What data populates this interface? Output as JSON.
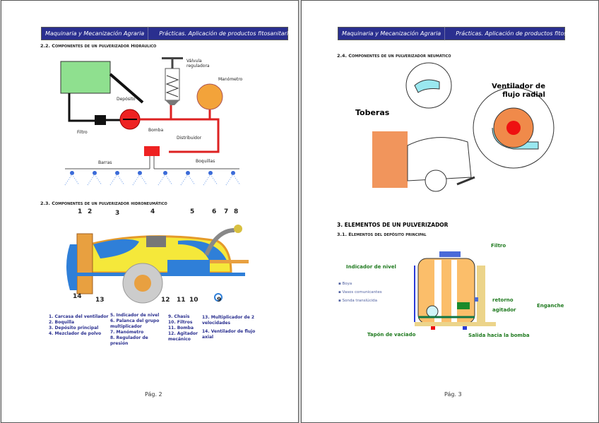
{
  "header": {
    "left": "Maquinaria y Mecanización Agraria",
    "right": "Prácticas. Aplicación de productos fitosanitarios"
  },
  "page2": {
    "sec22": "2.2. Componentes de un pulverizador Hidráulico",
    "hydraulic_labels": {
      "valvula": "Válvula reguladora",
      "manometro": "Manómetro",
      "deposito": "Depósito",
      "filtro": "Filtro",
      "bomba": "Bomba",
      "distribuidor": "Distribuidor",
      "barras": "Barras",
      "boquillas": "Boquillas"
    },
    "sec23": "2.3. Componentes de un pulverizador hidroneumático",
    "numbers": [
      "1",
      "2",
      "3",
      "4",
      "5",
      "6",
      "7",
      "8",
      "9",
      "10",
      "11",
      "12",
      "13",
      "14"
    ],
    "legend": {
      "col1": [
        "1. Carcasa del ventilador",
        "2. Boquilla",
        "3. Depósito principal",
        "4. Mezclador de polvo"
      ],
      "col2": [
        "5. Indicador de nivel",
        "6. Palanca del grupo multiplicador",
        "7. Manómetro",
        "8. Regulador de presión"
      ],
      "col3": [
        "9. Chasis",
        "10. Filtros",
        "11. Bomba",
        "12. Agitador mecánico"
      ],
      "col4": [
        "13. Multiplicador de 2 velocidades",
        "14. Ventilador de flujo axial"
      ]
    },
    "footer": "Pág. 2"
  },
  "page3": {
    "sec24": "2.4. Componentes de un pulverizador neumático",
    "toberas": "Toberas",
    "ventilador": "Ventilador de flujo radial",
    "sec3": "3.  ELEMENTOS DE UN PULVERIZADOR",
    "sec31": "3.1. Elementos del depósito principal",
    "tank_labels": {
      "filtro": "Filtro",
      "indicador": "Indicador de nivel",
      "retorno": "retorno",
      "agitador": "agitador",
      "enganche": "Enganche",
      "tapon": "Tapón de vaciado",
      "salida": "Salida hacia la bomba"
    },
    "bullets": [
      "Boya",
      "Vasos comunicantes",
      "Sonda translúcida"
    ],
    "footer": "Pág. 3"
  }
}
